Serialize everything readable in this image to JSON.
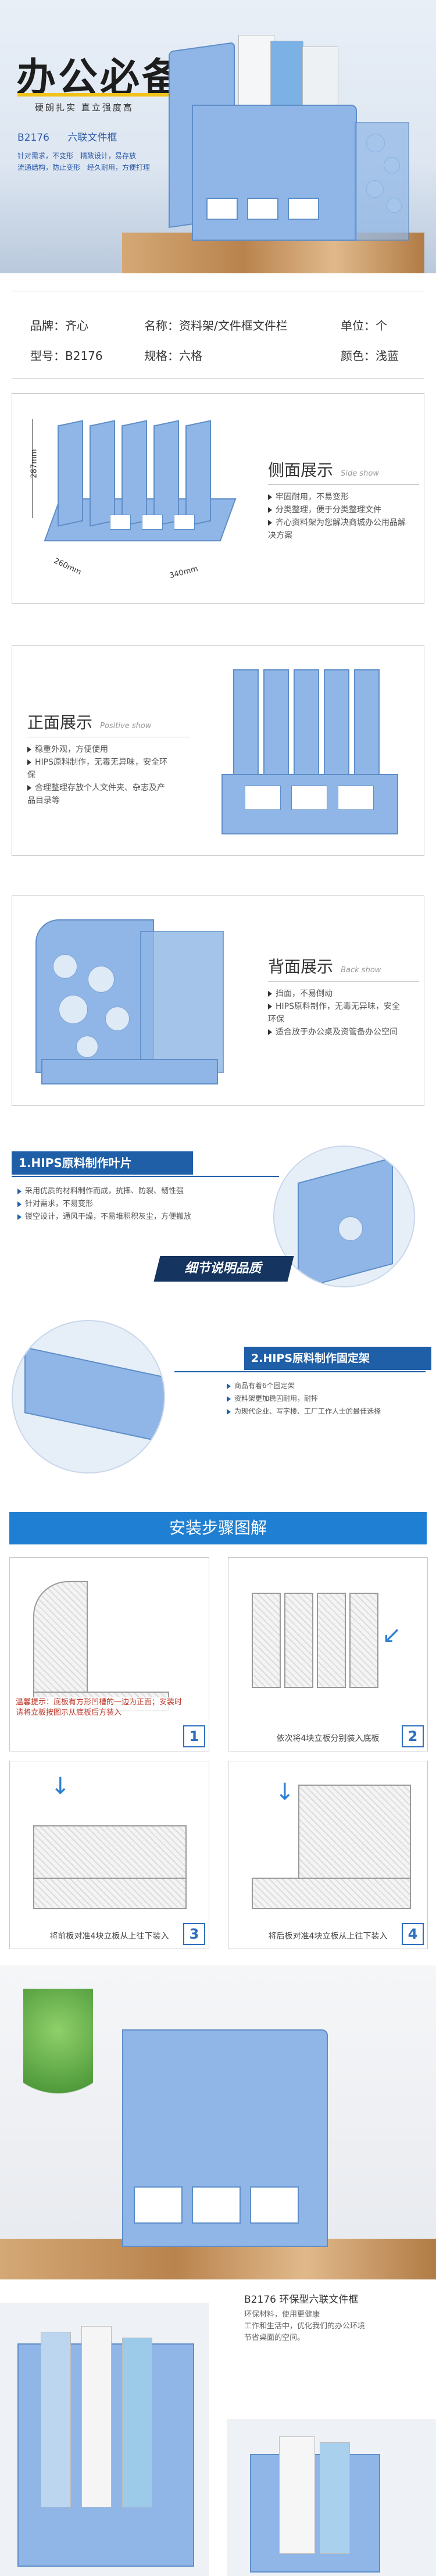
{
  "hero": {
    "title": "办公必备",
    "subtitle": "硬朗扎实 直立强度高",
    "model_line": "B2176",
    "model_name": "六联文件框",
    "features": [
      "针对需求，不变形",
      "精致设计，易存放",
      "流通结构，防止变形",
      "经久耐用，方便打理"
    ],
    "accent": "#2b5aa8",
    "tray_color": "#8fb6e6"
  },
  "specs": {
    "brand_label": "品牌：齐心",
    "name_label": "名称：资料架/文件框文件栏",
    "unit_label": "单位：个",
    "model_label": "型号：B2176",
    "size_label": "规格：六格",
    "color_label": "颜色：浅蓝"
  },
  "side_view": {
    "height_dim": "287mm",
    "depth_dim": "260mm",
    "width_dim": "340mm",
    "title": "侧面展示",
    "subtitle": "Side show",
    "bullets": [
      "牢固耐用，不易变形",
      "分类整理，便于分类整理文件",
      "齐心资料架为您解决商城办公用品解决方案"
    ]
  },
  "front_view": {
    "title": "正面展示",
    "subtitle": "Positive show",
    "bullets": [
      "稳重外观，方便使用",
      "HIPS原料制作，无毒无异味，安全环保",
      "合理整理存放个人文件夹、杂志及产品目录等"
    ]
  },
  "back_view": {
    "title": "背面展示",
    "subtitle": "Back show",
    "bullets": [
      "挡面，不易倒动",
      "HIPS原料制作，无毒无异味，安全环保",
      "适合放于办公桌及资管备办公空间"
    ]
  },
  "details": {
    "leaf_title": "1.HIPS原料制作叶片",
    "leaf_bullets": [
      "采用优质的材料制作而成，抗摔、防裂、韧性强",
      "针对需求，不易变形",
      "镂空设计，通风干燥，不易堆积积灰尘，方便搬放"
    ],
    "detail_title": "细节说明品质",
    "frame_title": "2.HIPS原料制作固定架",
    "frame_bullets": [
      "商品有着6个固定架",
      "资料架更加稳固耐用，耐摔",
      "为现代企业、写字楼、工厂工作人士的最佳选择"
    ]
  },
  "install": {
    "title": "安装步骤图解",
    "steps": [
      {
        "num": "1",
        "caption": "温馨提示：底板有方形凹槽的一边为正面；安装时请将立板按图示从底板后方装入"
      },
      {
        "num": "2",
        "caption": "依次将4块立板分别装入底板"
      },
      {
        "num": "3",
        "caption": "将前板对准4块立板从上往下装入"
      },
      {
        "num": "4",
        "caption": "将后板对准4块立板从上往下装入"
      }
    ]
  },
  "product": {
    "line1": "B2176 环保型六联文件框",
    "line2": "环保材料，使用更健康",
    "line3": "工作和生活中，优化我们的办公环境",
    "line4": "节省桌面的空间。"
  }
}
